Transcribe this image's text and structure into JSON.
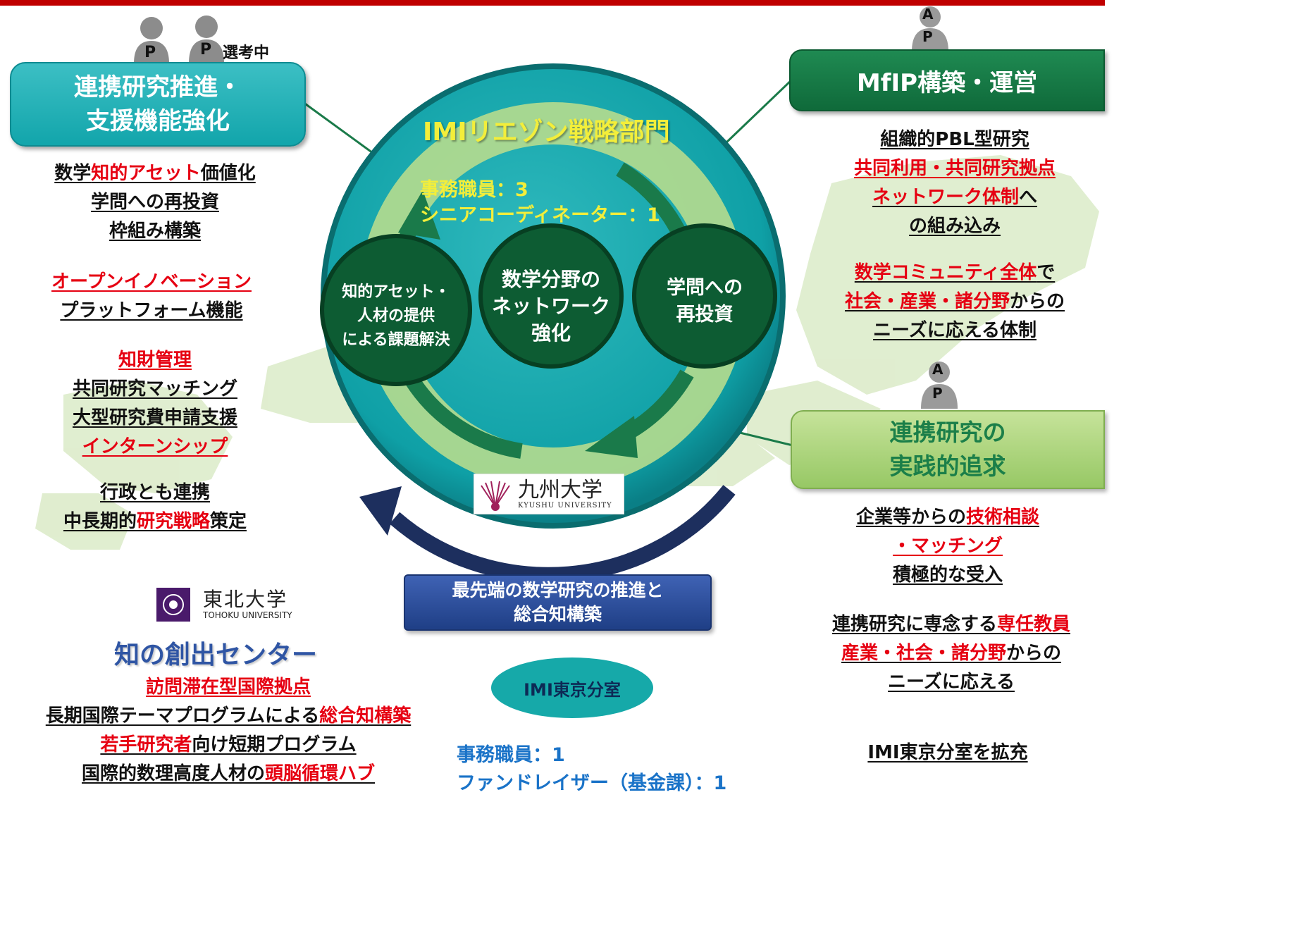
{
  "header_colors": {
    "top_bar": "#c00000",
    "accent_red": "#e60012",
    "accent_blue": "#1a73c8"
  },
  "persons": {
    "p1": "P",
    "p2": "P",
    "p2_status": "選考中",
    "ap_top_a": "A",
    "ap_top_p": "P",
    "ap_mid_a": "A",
    "ap_mid_p": "P"
  },
  "left_box": {
    "line1": "連携研究推進・",
    "line2": "支援機能強化"
  },
  "left_text": {
    "b1": [
      [
        "数学",
        "知的アセット",
        "価値化"
      ],
      "学問への再投資",
      "枠組み構築"
    ],
    "b2": [
      "オープンイノベーション",
      "プラットフォーム機能"
    ],
    "b3": [
      "知財管理",
      "共同研究マッチング",
      "大型研究費申請支援",
      "インターンシップ"
    ],
    "b4": [
      "行政とも連携",
      [
        "中長期的",
        "研究戦略",
        "策定"
      ]
    ]
  },
  "center": {
    "title": "IMIリエゾン戦略部門",
    "staff1": "事務職員：3",
    "staff2": "シニアコーディネーター：1",
    "c1": [
      "知的アセット・",
      "人材の提供",
      "による課題解決"
    ],
    "c2": [
      "数学分野の",
      "ネットワーク",
      "強化"
    ],
    "c3": [
      "学問への",
      "再投資"
    ]
  },
  "kyushu": {
    "name": "九州大学",
    "en": "KYUSHU UNIVERSITY"
  },
  "navy_box": {
    "line1": "最先端の数学研究の推進と",
    "line2": "総合知構築"
  },
  "tokyo": {
    "label": "IMI東京分室",
    "staff1": "事務職員：1",
    "staff2": "ファンドレイザー（基金課）：1"
  },
  "tohoku": {
    "name": "東北大学",
    "en": "TOHOKU UNIVERSITY",
    "center": "知の創出センター",
    "lines": [
      "訪問滞在型国際拠点",
      [
        "長期国際テーマプログラムによる",
        "総合知構築"
      ],
      [
        "若手研究者",
        "向け短期プログラム"
      ],
      [
        "国際的数理高度人材の",
        "頭脳循環ハブ"
      ]
    ]
  },
  "right_top_box": "MfIP構築・運営",
  "right_text": {
    "b1": [
      "組織的PBL型研究",
      "共同利用・共同研究拠点",
      [
        "ネットワーク体制",
        "へ"
      ],
      "の組み込み"
    ],
    "b2": [
      [
        "数学コミュニティ全体",
        "で"
      ],
      [
        "社会・産業・諸分野",
        "からの"
      ],
      "ニーズに応える体制"
    ]
  },
  "right_mid_box": {
    "line1": "連携研究の",
    "line2": "実践的追求"
  },
  "right_text2": {
    "b1": [
      [
        "企業等からの",
        "技術相談"
      ],
      "・マッチング",
      "積極的な受入"
    ],
    "b2": [
      [
        "連携研究に専念する",
        "専任教員"
      ],
      [
        "産業・社会・諸分野",
        "からの"
      ],
      "ニーズに応える"
    ],
    "b3": "IMI東京分室を拡充"
  }
}
